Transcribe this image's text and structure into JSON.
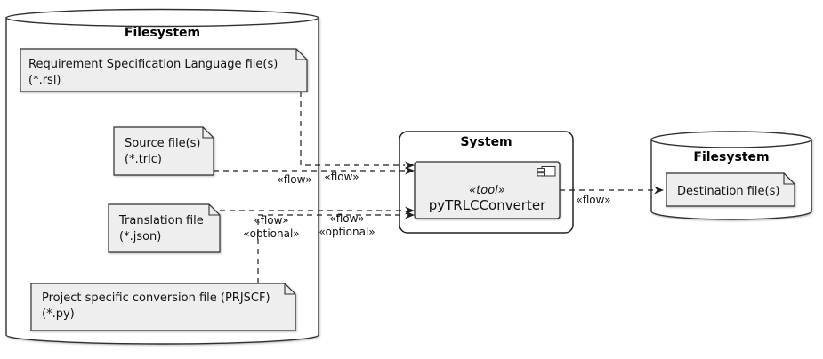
{
  "left_filesystem": {
    "title": "Filesystem",
    "files": [
      {
        "id": "rsl",
        "line1": "Requirement Specification Language file(s)",
        "line2": "(*.rsl)"
      },
      {
        "id": "source",
        "line1": "Source file(s)",
        "line2": "(*.trlc)"
      },
      {
        "id": "translation",
        "line1": "Translation file",
        "line2": "(*.json)"
      },
      {
        "id": "prjscf",
        "line1": "Project specific conversion file (PRJSCF)",
        "line2": "(*.py)"
      }
    ]
  },
  "system": {
    "title": "System",
    "component": {
      "stereotype": "«tool»",
      "name": "pyTRLCConverter"
    }
  },
  "right_filesystem": {
    "title": "Filesystem",
    "file": {
      "line1": "Destination file(s)"
    }
  },
  "edge_labels": {
    "rsl_flow": "«flow»",
    "source_flow": "«flow»",
    "translation_flow_line1": "«flow»",
    "translation_flow_line2": "«optional»",
    "prjscf_flow_line1": "«flow»",
    "prjscf_flow_line2": "«optional»",
    "output_flow": "«flow»"
  },
  "colors": {
    "background": "#ffffff",
    "node_fill": "#eeeeee",
    "node_border": "#303030",
    "edge": "#1f1f1f"
  }
}
